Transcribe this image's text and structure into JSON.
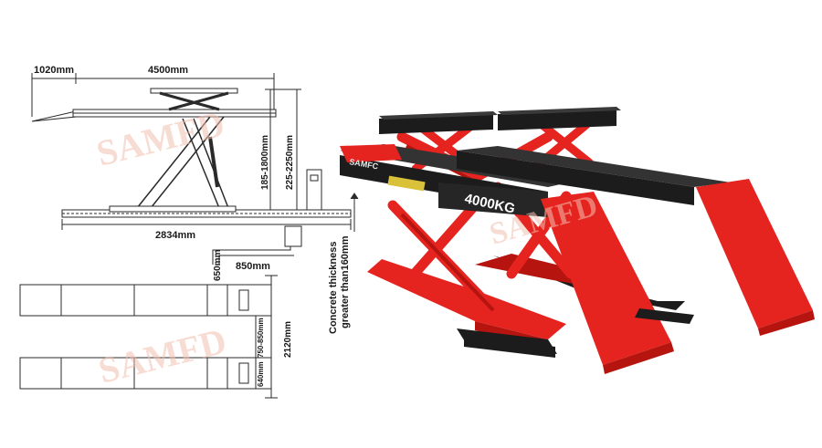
{
  "drawing": {
    "dims": {
      "ramp_length": "1020mm",
      "platform_length": "4500mm",
      "base_length": "2834mm",
      "lowered_height": "185-1800mm",
      "raised_height": "225-2250mm",
      "pit_offset": "650mm",
      "pit_width": "850mm",
      "overall_width": "2120mm",
      "inner_width_range": "750-850mm",
      "track_width": "640mm"
    },
    "concrete_note": [
      "Concrete thickness",
      "greater than160mm"
    ]
  },
  "watermark": {
    "text": "SAMFD",
    "photo_brand": "SAMFD"
  },
  "product": {
    "brand_plate": "SAMFC",
    "capacity_label": "4000KG"
  },
  "colors": {
    "frame_red": "#e52420",
    "dark_red": "#b5140f",
    "platform_black": "#1c1c1c",
    "line": "#2a2a2a",
    "watermark": "#f2c0b0"
  }
}
